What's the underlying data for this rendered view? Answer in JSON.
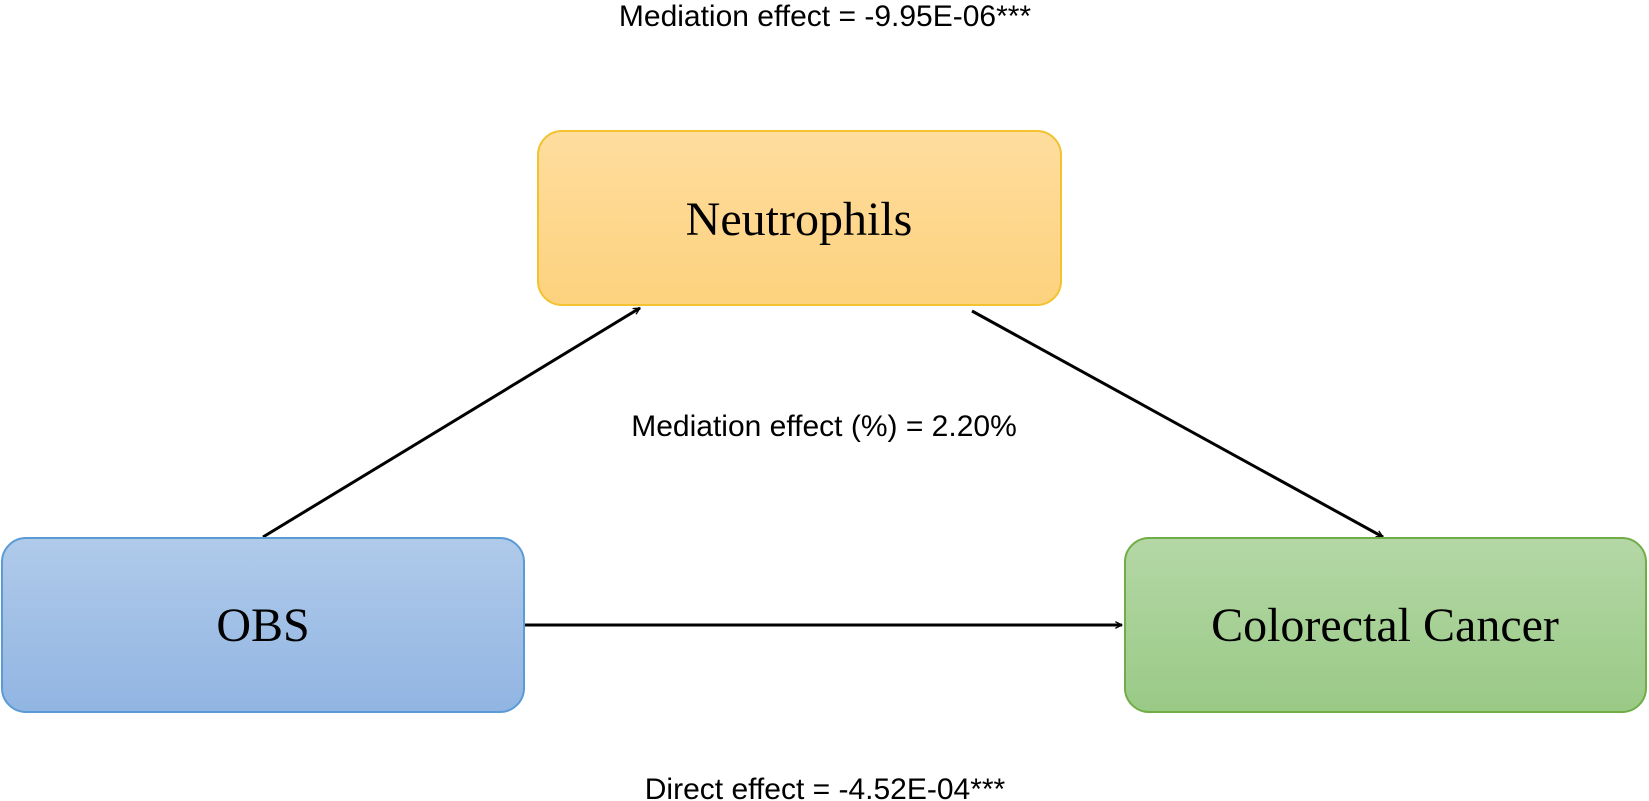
{
  "nodes": {
    "mediator": {
      "label": "Neutrophils",
      "fill_top": "#FEDD9E",
      "fill_bottom": "#FDD27E",
      "stroke": "#F2C230"
    },
    "exposure": {
      "label": "OBS",
      "fill_top": "#B0CAEA",
      "fill_bottom": "#91B5E2",
      "stroke": "#5B9BD5"
    },
    "outcome": {
      "label": "Colorectal Cancer",
      "fill_top": "#B4D7A6",
      "fill_bottom": "#9ACA86",
      "stroke": "#70AD47"
    }
  },
  "effects": {
    "mediation_effect": "Mediation effect = -9.95E-06***",
    "mediation_percent": "Mediation effect (%) = 2.20%",
    "direct_effect": "Direct effect =  -4.52E-04***"
  }
}
